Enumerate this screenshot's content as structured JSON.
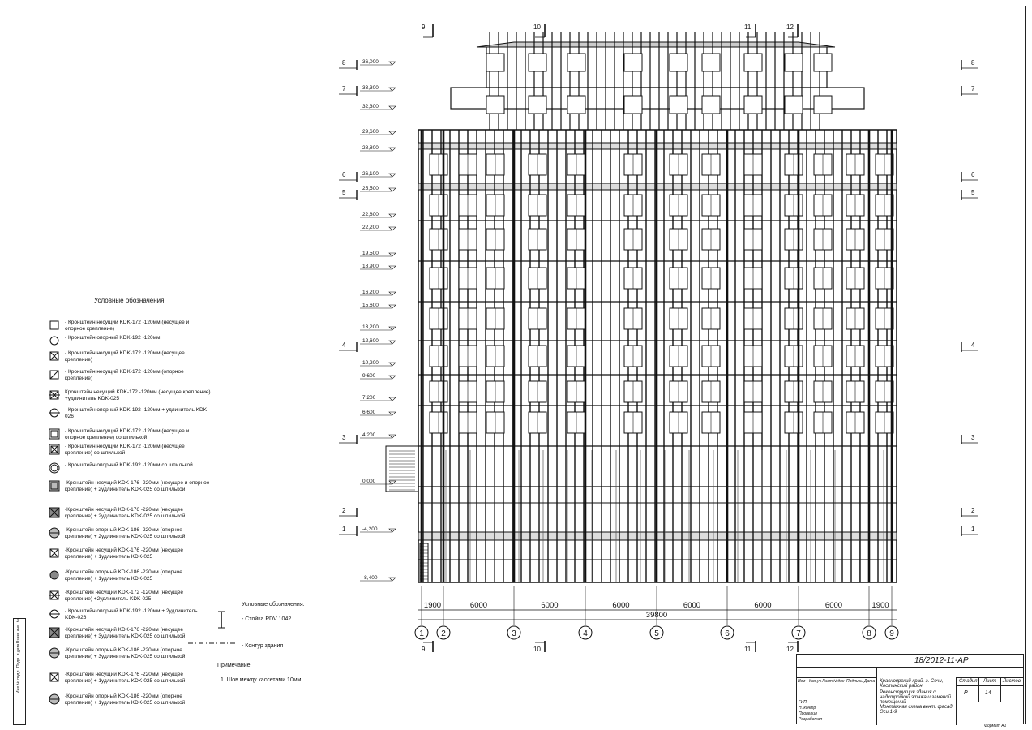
{
  "legend_title": "Условные обозначения:",
  "legend_items": [
    {
      "icon": "square-icon",
      "text": "- Кронштейн несущий KDK-172 -120мм (несущее и опорное крепление)"
    },
    {
      "icon": "circle-icon",
      "text": "- Кронштейн опорный KDK-192 -120мм"
    },
    {
      "icon": "square-x-icon",
      "text": "- Кронштейн несущий KDK-172 -120мм (несущее крепление)"
    },
    {
      "icon": "square-slash-icon",
      "text": "- Кронштейн несущий KDK-172 -120мм (опорное крепление)"
    },
    {
      "icon": "square-x-bar-icon",
      "text": "Кронштейн несущий KDK-172 -120мм (несущее крепление) +удлинитель KDK-025"
    },
    {
      "icon": "circle-bar-icon",
      "text": "- Кронштейн опорный KDK-192 -120мм + удлинитель KDK-026"
    },
    {
      "icon": "double-square-icon",
      "text": "- Кронштейн несущий KDK-172 -120мм (несущее и опорное крепление) со шпилькой"
    },
    {
      "icon": "double-square-x-icon",
      "text": "- Кронштейн несущий KDK-172 -120мм (несущее крепление) со шпилькой"
    },
    {
      "icon": "double-circle-icon",
      "text": "- Кронштейн опорный KDK-192 -120мм со шпилькой"
    },
    {
      "icon": "hatched-square-icon",
      "text": "-Кронштейн несущий KDK-176 -220мм (несущее и опорное крепление) + 2удлинитель KDK-025 со шпилькой"
    },
    {
      "icon": "hatched-square-x-icon",
      "text": "-Кронштейн несущий KDK-176 -220мм (несущее крепление) + 2удлинитель KDK-025 со шпилькой"
    },
    {
      "icon": "hatched-circle-icon",
      "text": "-Кронштейн опорный KDK-186 -220мм (опорное крепление) + 2удлинитель KDK-025 со шпилькой"
    },
    {
      "icon": "square-x-icon",
      "text": "-Кронштейн несущий KDK-176 -220мм (несущее крепление) + 1удлинитель KDK-025"
    },
    {
      "icon": "filled-circle-icon",
      "text": "-Кронштейн опорный KDK-186 -220мм (опорное крепление) + 1удлинитель KDK-025"
    },
    {
      "icon": "square-x-bar-icon",
      "text": "-Кронштейн несущий KDK-172 -120мм (несущее крепление) +2удлинитель KDK-025"
    },
    {
      "icon": "circle-bar-icon",
      "text": "- Кронштейн опорный KDK-192 -120мм + 2удлинитель KDK-026"
    },
    {
      "icon": "hatched-square-x-icon",
      "text": "-Кронштейн несущий KDK-176 -220мм (несущее крепление) + 3удлинитель KDK-025 со шпилькой"
    },
    {
      "icon": "hatched-circle-icon",
      "text": "-Кронштейн опорный KDK-186 -220мм (опорное крепление) + 3удлинитель KDK-025 со шпилькой"
    },
    {
      "icon": "square-x-icon",
      "text": "-Кронштейн несущий KDK-176 -220мм (несущее крепление) + 1удлинитель KDK-025 со шпилькой"
    },
    {
      "icon": "hatched-circle-icon",
      "text": "-Кронштейн опорный KDK-186 -220мм (опорное крепление) + 1удлинитель KDK-025 со шпилькой"
    }
  ],
  "legend2": {
    "title": "Условные обозначения:",
    "items": [
      "- Стойка PDV 1042",
      "- Контур здания"
    ],
    "note_title": "Примечание:",
    "note": "1.    Шов между кассетами 10мм"
  },
  "elevations": [
    "36,000",
    "33,300",
    "32,300",
    "29,600",
    "28,800",
    "26,100",
    "25,500",
    "22,800",
    "22,200",
    "19,500",
    "18,900",
    "16,200",
    "15,600",
    "13,200",
    "12,600",
    "10,200",
    "9,600",
    "7,200",
    "6,600",
    "4,200",
    "0,000",
    "-4,200",
    "-8,400"
  ],
  "level_marks_left": [
    "8",
    "7",
    "6",
    "5",
    "4",
    "3",
    "2",
    "1"
  ],
  "level_marks_right": [
    "8",
    "7",
    "6",
    "5",
    "4",
    "3",
    "2",
    "1"
  ],
  "axes": [
    "1",
    "2",
    "3",
    "4",
    "5",
    "6",
    "7",
    "8",
    "9"
  ],
  "spans": [
    "1900",
    "6000",
    "6000",
    "6000",
    "6000",
    "6000",
    "6000",
    "1900"
  ],
  "total_span": "39800",
  "section_marks_top": [
    "9",
    "10",
    "11",
    "12"
  ],
  "section_marks_bottom": [
    "9",
    "10",
    "11",
    "12"
  ],
  "title_block": {
    "code": "18/2012-11-АР",
    "location": "Красноярский край, г. Сочи, Хостинский район",
    "project": "Реконструкция здания с надстройкой этажа и заменой помещений",
    "sheet_title": "Монтажная схема вент. фасад Оси 1-9",
    "stage_label": "Стадия",
    "sheet_label": "Лист",
    "sheets_label": "Листов",
    "stage": "Р",
    "sheet": "14",
    "header_cols": [
      "Изм",
      "Кол.уч",
      "Лист",
      "№док",
      "Подпись",
      "Дата"
    ],
    "roles": [
      "ГИП",
      "Н. контр.",
      "Проверил",
      "Разработал"
    ],
    "format": "Формат А1"
  },
  "side_stamp": [
    "Инв.№ подл.",
    "Подп. и дата",
    "Взам. инв. №"
  ]
}
